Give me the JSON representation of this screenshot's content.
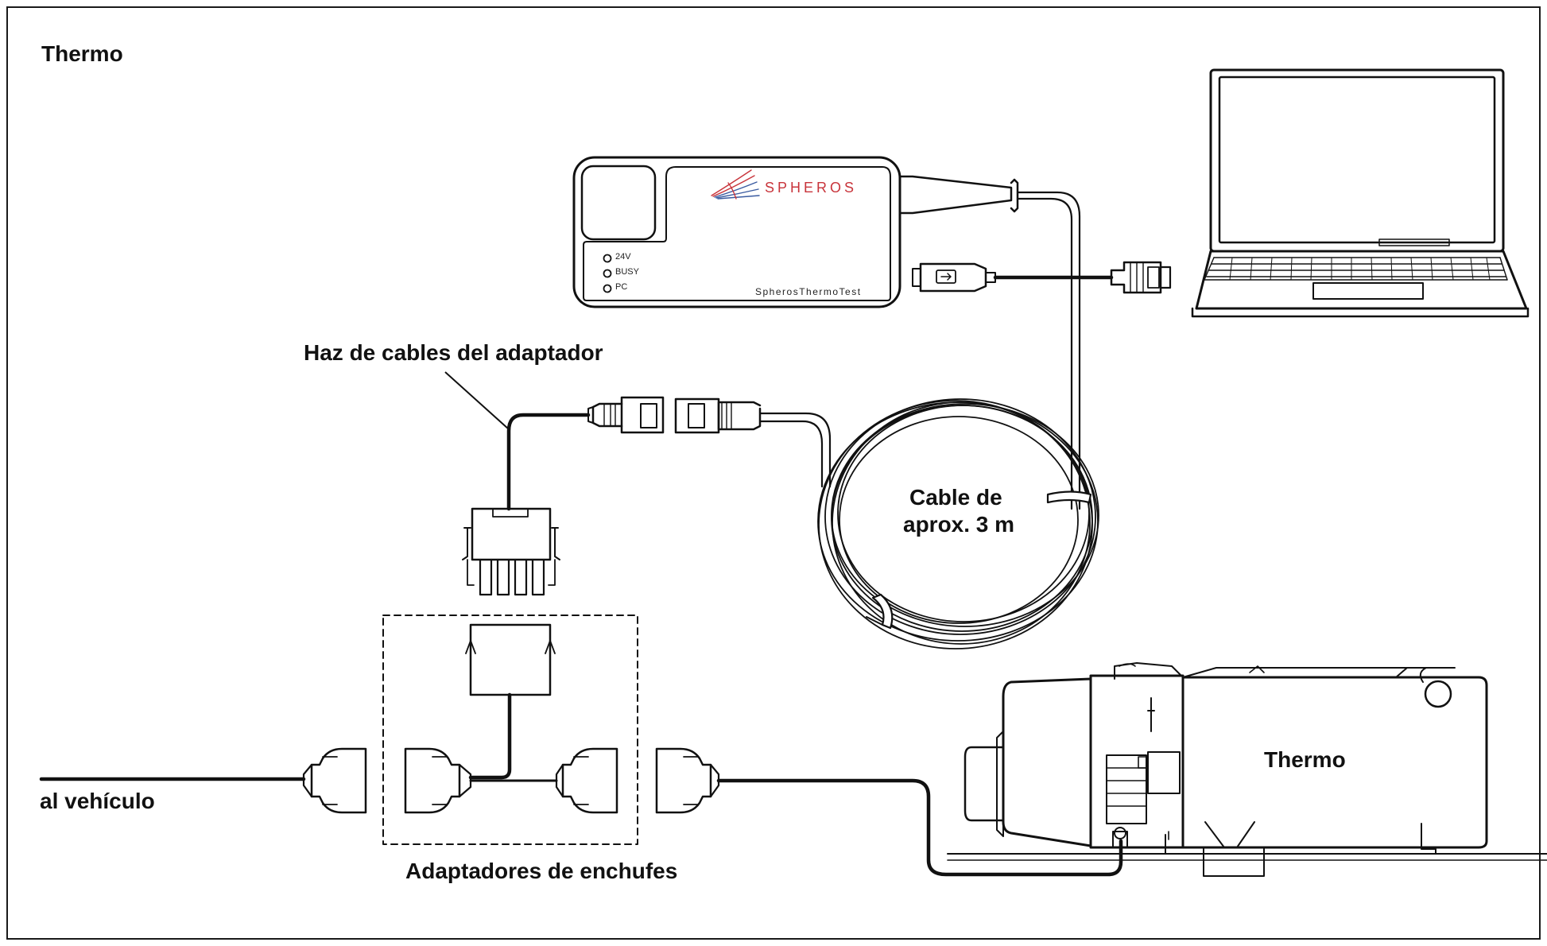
{
  "header": {
    "title": "Thermo"
  },
  "device": {
    "brand": "SPHEROS",
    "leds": [
      "24V",
      "BUSY",
      "PC"
    ],
    "model": "SpherosThermoTest"
  },
  "labels": {
    "harness": "Haz de cables del adaptador",
    "cable_line1": "Cable de",
    "cable_line2": "aprox. 3 m",
    "vehicle": "al vehículo",
    "adapters": "Adaptadores de enchufes",
    "heater": "Thermo"
  },
  "colors": {
    "line": "#111111",
    "brand": "#c8343b",
    "brand_blue": "#3a5ba0"
  },
  "icons": [
    "laptop-icon",
    "tester-device-icon",
    "usb-plug-icon",
    "cable-coil-icon",
    "heater-icon",
    "connector-icon"
  ]
}
